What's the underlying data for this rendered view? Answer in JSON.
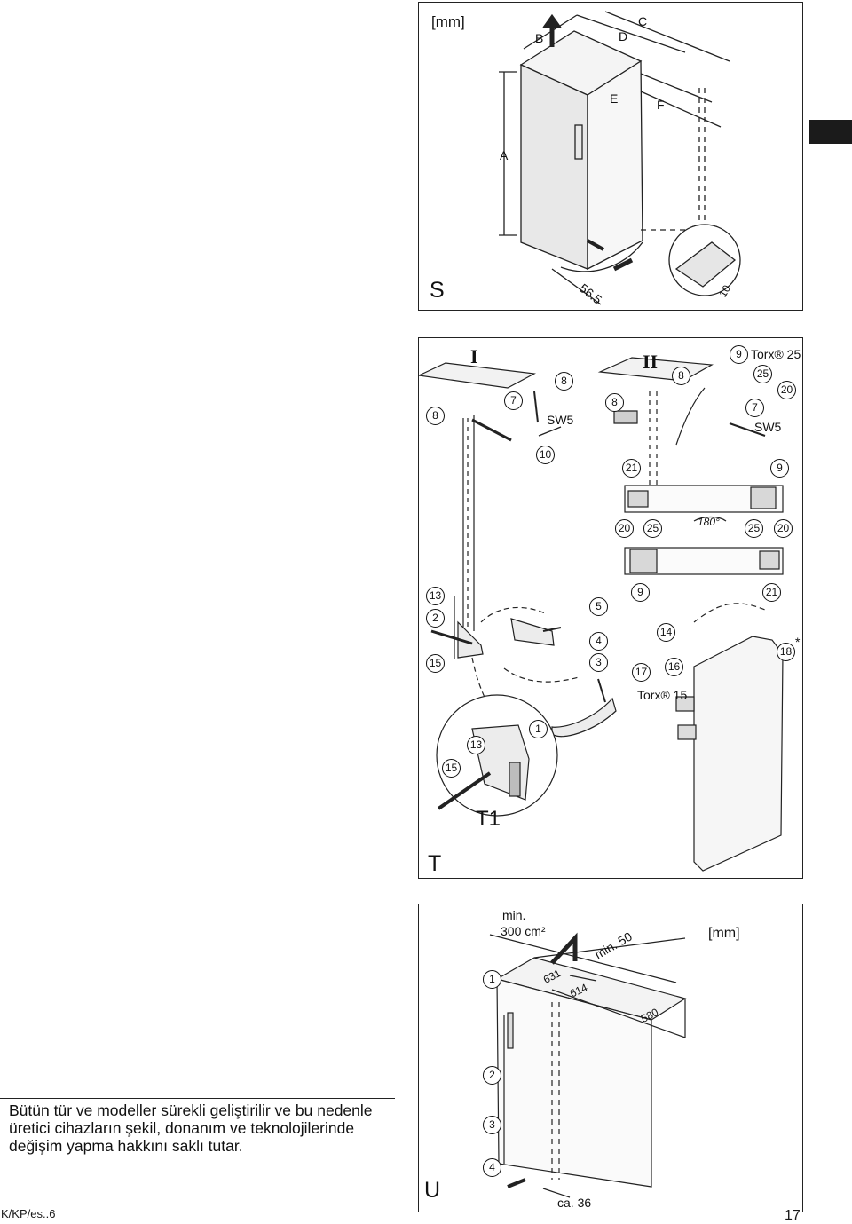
{
  "side_tab_color": "#1b1b1b",
  "panel_s": {
    "letter": "S",
    "unit": "[mm]",
    "dims": {
      "a": "A",
      "b": "B",
      "c": "C",
      "d": "D",
      "e": "E",
      "f": "F",
      "foot": "56.5",
      "ten": "10"
    }
  },
  "panel_t": {
    "letter": "T",
    "sub_letter": "T1",
    "step_1": "I",
    "step_2": "II",
    "torx_25": "Torx® 25",
    "torx_15": "Torx® 15",
    "sw5_left": "SW5",
    "sw5_right": "SW5",
    "angle": "180°",
    "star": "*",
    "callouts": {
      "c1": "1",
      "c2": "2",
      "c3": "3",
      "c4": "4",
      "c5": "5",
      "c7": "7",
      "c7r": "7",
      "c8": "8",
      "c8b": "8",
      "c8c": "8",
      "c8d": "8",
      "c9": "9",
      "c9b": "9",
      "c9c": "9",
      "c10": "10",
      "c13": "13",
      "c13b": "13",
      "c14": "14",
      "c15": "15",
      "c15b": "15",
      "c16": "16",
      "c17": "17",
      "c18": "18",
      "c20": "20",
      "c20b": "20",
      "c20c": "20",
      "c21": "21",
      "c21b": "21",
      "c25": "25",
      "c25b": "25",
      "c25c": "25"
    }
  },
  "panel_u": {
    "letter": "U",
    "unit": "[mm]",
    "vent_min": "min.",
    "vent_area": "300 cm²",
    "min50": "min. 50",
    "d631": "631",
    "d614": "614",
    "d580": "580",
    "ca36": "ca. 36",
    "callouts": {
      "c1": "1",
      "c2": "2",
      "c3": "3",
      "c4": "4"
    }
  },
  "notice": "Bütün tür ve modeller sürekli geliştirilir ve bu nedenle üretici cihazların şekil, donanım ve teknolojilerinde değişim yapma hakkını saklı tutar.",
  "footer": {
    "code": "K/KP/es..6",
    "page_number": "17"
  }
}
